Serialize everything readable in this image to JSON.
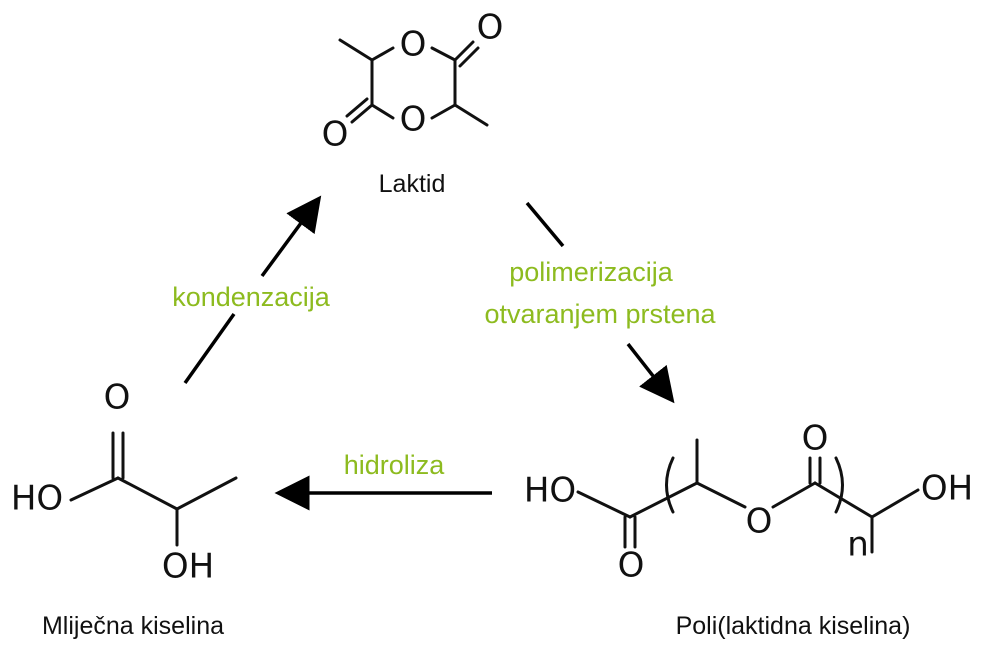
{
  "colors": {
    "process_label": "#8dbb1f",
    "ink": "#111111"
  },
  "molecules": {
    "lactide": {
      "name": "Laktid",
      "atoms": {
        "o_ring_top": "O",
        "o_ring_bottom": "O",
        "o_carbonyl_right": "O",
        "o_carbonyl_left": "O"
      }
    },
    "lactic_acid": {
      "name": "Mliječna kiselina",
      "atoms": {
        "carbonyl_o": "O",
        "acid_oh": "HO",
        "alcohol_oh": "OH"
      }
    },
    "pla": {
      "name": "Poli(laktidna kiselina)",
      "atoms": {
        "acid_oh": "HO",
        "carbonyl_o_bottom": "O",
        "ester_o": "O",
        "carbonyl_o_top": "O",
        "end_oh": "OH"
      },
      "repeat_subscript": "n"
    }
  },
  "processes": {
    "condensation": "kondenzacija",
    "ring_opening_line1": "polimerizacija",
    "ring_opening_line2": "otvaranjem prstena",
    "hydrolysis": "hidroliza"
  }
}
